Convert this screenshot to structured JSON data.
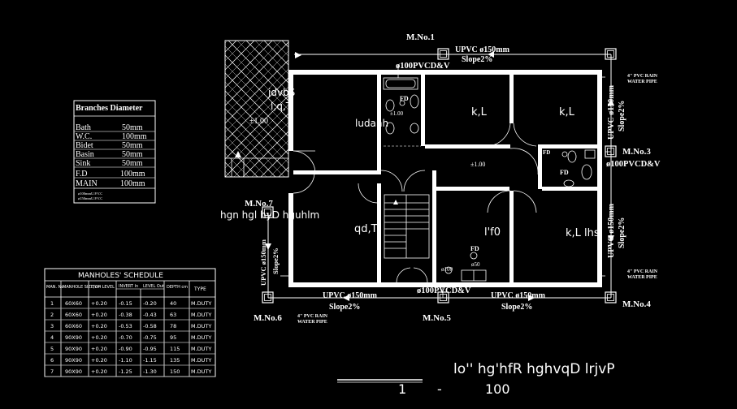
{
  "manholes": [
    {
      "label": "M.No.1"
    },
    {
      "label": "M.No.3"
    },
    {
      "label": "M.No.4"
    },
    {
      "label": "M.No.5"
    },
    {
      "label": "M.No.6"
    },
    {
      "label": "M.No.7"
    }
  ],
  "pipe_labels": {
    "top_upvc": "UPVC ø150mm",
    "top_slope": "Slope2%",
    "top_pvcdv": "ø100PVCD&V",
    "right_upvc_upper": "UPVC ø150mm",
    "right_slope_upper": "Slope2%",
    "right_pvcdv": "ø100PVCD&V",
    "right_upvc_lower": "UPVC ø150mm",
    "right_slope_lower": "Slope2%",
    "bottom_upvc_left": "UPVC ø150mm",
    "bottom_slope_left": "Slope2%",
    "bottom_pvcdv": "ø100PVCD&V",
    "bottom_upvc_right": "UPVC ø150mm",
    "bottom_slope_right": "Slope2%",
    "left_upvc": "UPVC ø150mm",
    "left_slope": "Slope2%",
    "rain_pipe_tr_1": "4\" PVC RAIN",
    "rain_pipe_tr_2": "WATER PIPE",
    "rain_pipe_br_1": "4\" PVC RAIN",
    "rain_pipe_br_2": "WATER PIPE",
    "rain_pipe_bl_1": "4\" PVC RAIN",
    "rain_pipe_bl_2": "WATER PIPE",
    "fd_1": "FD",
    "fd_2": "FD",
    "fd_3": "FD",
    "fd_4": "FD",
    "level_1": "±1.00",
    "level_2": "±1.00",
    "level_3": "±1.00",
    "dia_1": "ø100",
    "dia_2": "ø50"
  },
  "rooms": {
    "r1": "jdvbS",
    "r2": "l;q,T",
    "r3": "ludanh",
    "r4": "k,L",
    "r5": "k,L",
    "r6": "hgn hgl hyD hguhlm",
    "r7": "qd,T",
    "r8": "l'f0",
    "r9": "k,L lhs"
  },
  "branches": {
    "title": "Branches Diameter",
    "rows": [
      {
        "item": "Bath",
        "dia": "50mm"
      },
      {
        "item": "W.C.",
        "dia": "100mm"
      },
      {
        "item": "Bidet",
        "dia": "50mm"
      },
      {
        "item": "Basin",
        "dia": "50mm"
      },
      {
        "item": "Sink",
        "dia": "50mm"
      },
      {
        "item": "F.D",
        "dia": "100mm"
      },
      {
        "item": "MAIN",
        "dia": "100mm"
      }
    ],
    "note1": "ø100mmU.P.V.C",
    "note2": "ø150mmU.P.V.C"
  },
  "schedule": {
    "title": "MANHOLES' SCHEDULE",
    "headers": [
      "MAN. No.",
      "MANHOLE SIZE,cm",
      "TOP LEVEL",
      "INVERT In",
      "LEVEL Out",
      "DEPTH cm",
      "TYPE"
    ],
    "rows": [
      [
        "1",
        "60X60",
        "+0.20",
        "-0.15",
        "-0.20",
        "40",
        "M.DUTY"
      ],
      [
        "2",
        "60X60",
        "+0.20",
        "-0.38",
        "-0.43",
        "63",
        "M.DUTY"
      ],
      [
        "3",
        "60X60",
        "+0.20",
        "-0.53",
        "-0.58",
        "78",
        "M.DUTY"
      ],
      [
        "4",
        "90X90",
        "+0.20",
        "-0.70",
        "-0.75",
        "95",
        "M.DUTY"
      ],
      [
        "5",
        "90X90",
        "+0.20",
        "-0.90",
        "-0.95",
        "115",
        "M.DUTY"
      ],
      [
        "6",
        "90X90",
        "+0.20",
        "-1.10",
        "-1.15",
        "135",
        "M.DUTY"
      ],
      [
        "7",
        "90X90",
        "+0.20",
        "-1.25",
        "-1.30",
        "150",
        "M.DUTY"
      ]
    ]
  },
  "drawing_title": "lo'' hg'hfR hghvqD lrjvP",
  "scale": {
    "num": "1",
    "dash": "-",
    "den": "100"
  }
}
